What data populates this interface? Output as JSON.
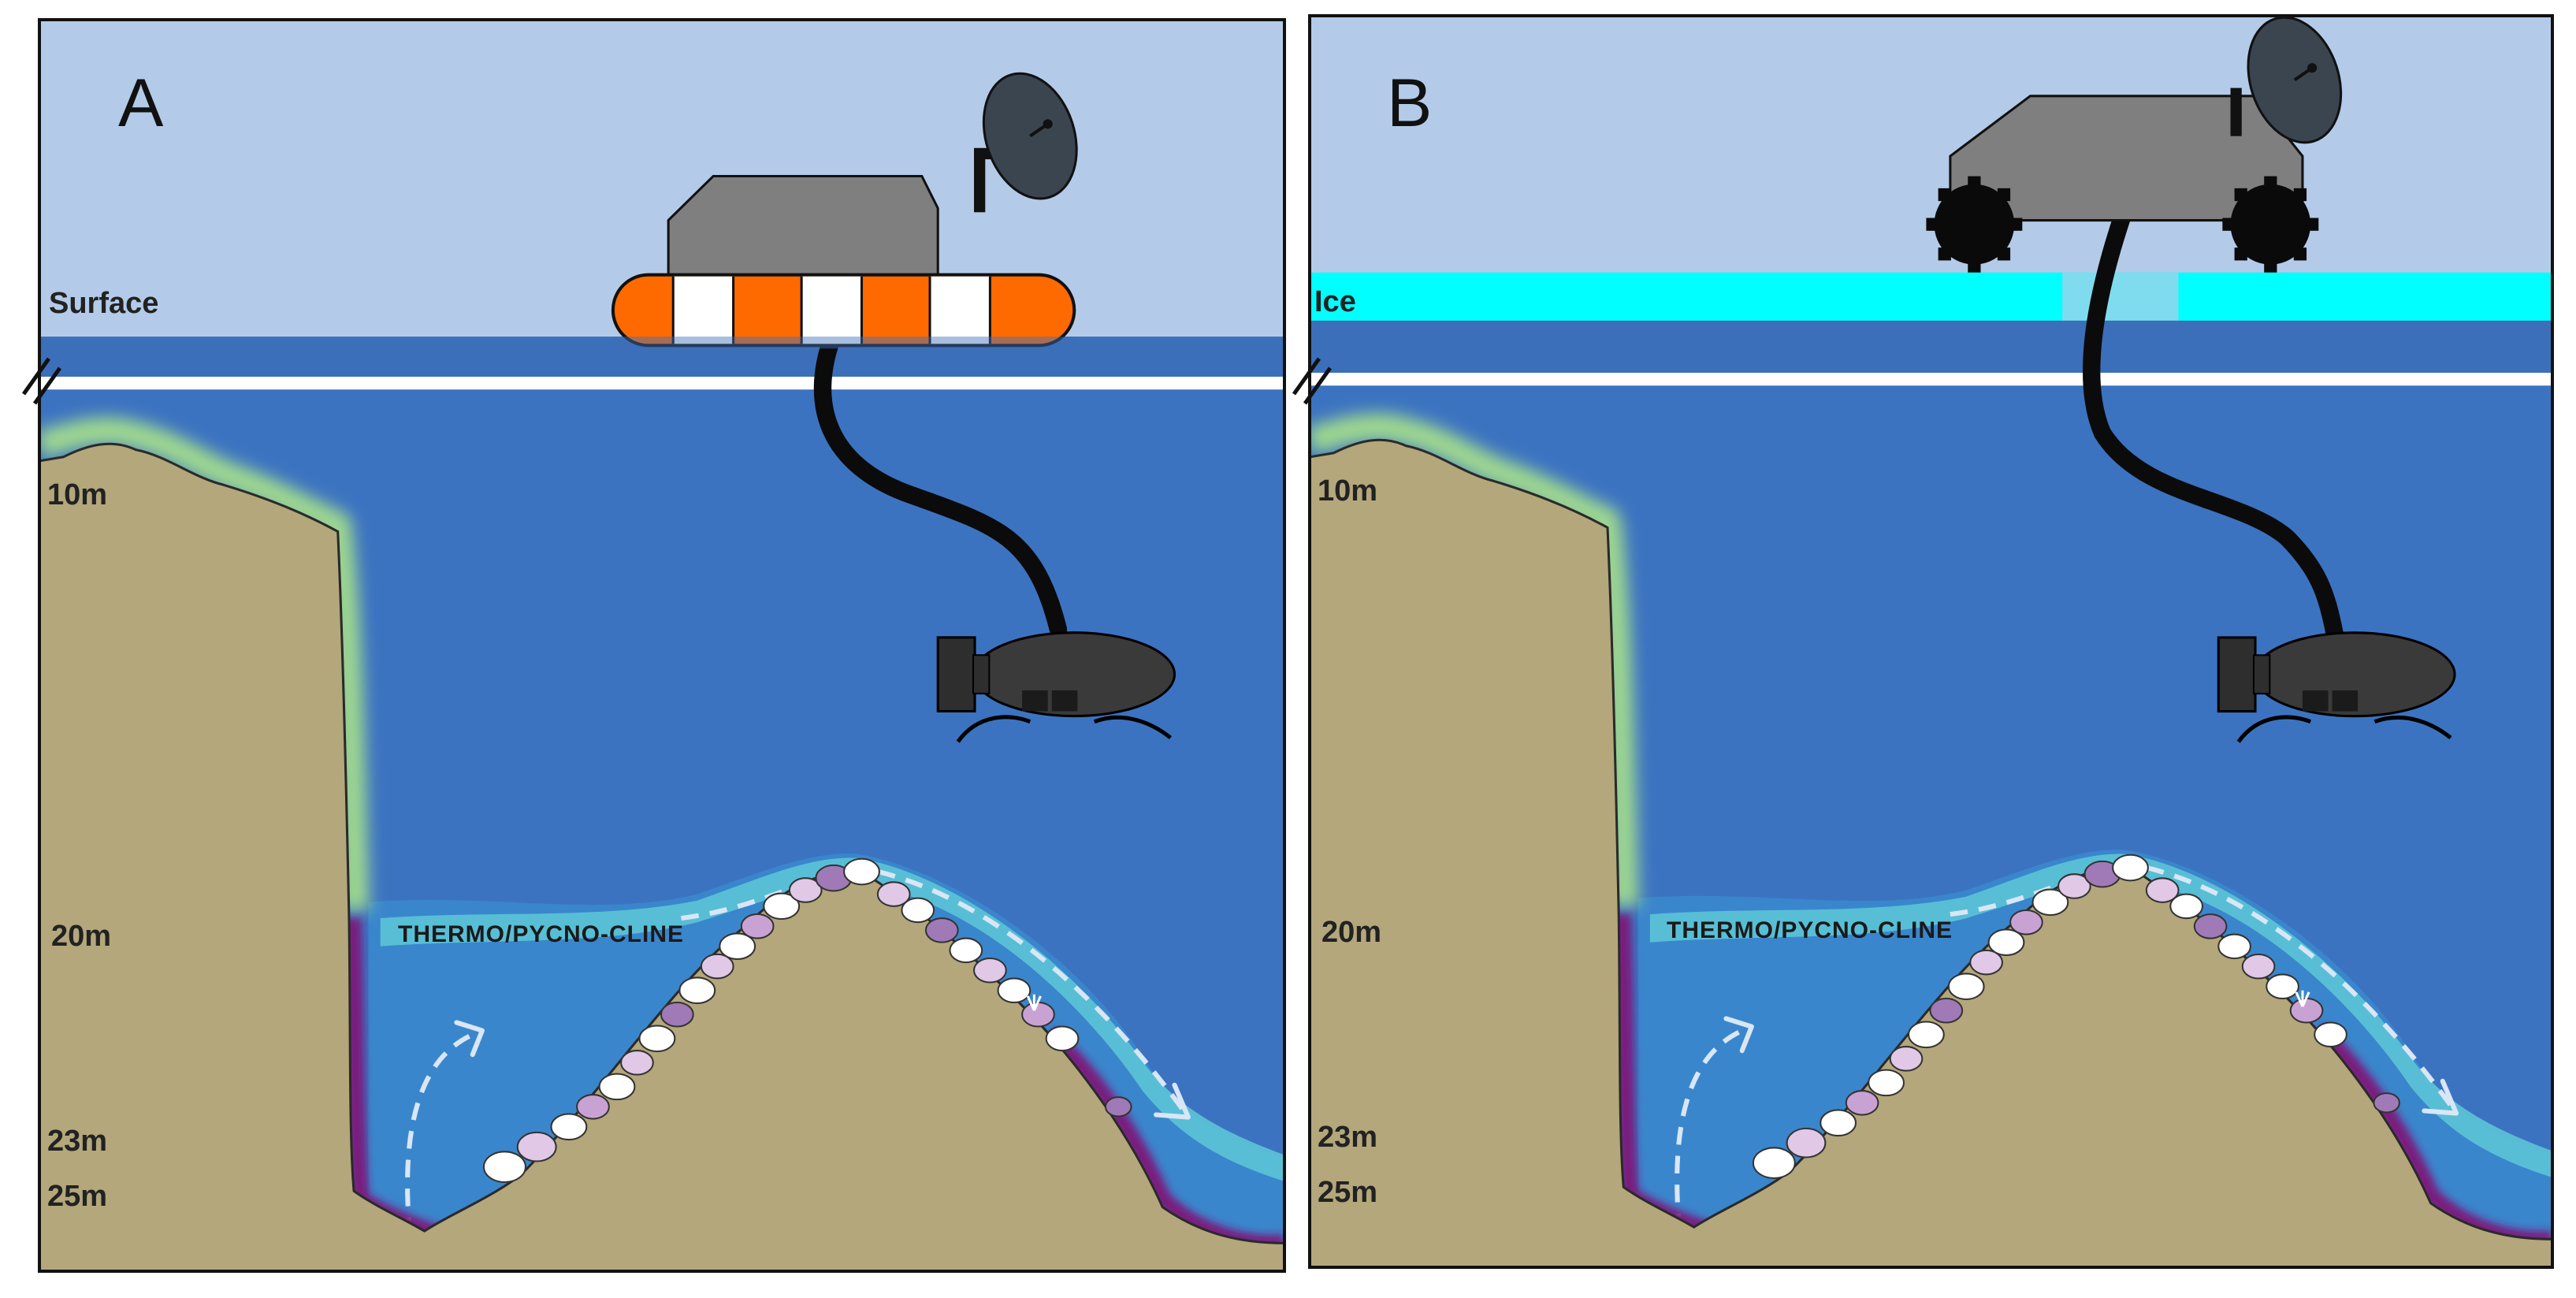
{
  "panels": [
    {
      "letter": "A",
      "surface_label": "Surface",
      "cline_label": "THERMO/PYCNO-CLINE",
      "depths": [
        "10m",
        "20m",
        "23m",
        "25m"
      ],
      "platform": "buoy"
    },
    {
      "letter": "B",
      "surface_label": "Ice",
      "cline_label": "THERMO/PYCNO-CLINE",
      "depths": [
        "10m",
        "20m",
        "23m",
        "25m"
      ],
      "platform": "ice-rover"
    }
  ],
  "colors": {
    "sky": "#b3cbe8",
    "surface_water": "#3c6fb9",
    "deep_water": "#3c73c1",
    "thermocline": "#5cc4d6",
    "cold_pool": "#3a86cc",
    "seabed": "#b3a77b",
    "green_biofilm": "#9fd88f",
    "purple_coralline": "#7a1f7e",
    "ice": "#00ffff",
    "buoy_orange": "#ff6a00",
    "rov": "#3a3a3a",
    "cable": "#0b0b0b"
  },
  "icons": [
    "satellite-dish-icon",
    "rov-icon",
    "buoy-icon",
    "rover-icon",
    "wave-break-icon"
  ]
}
